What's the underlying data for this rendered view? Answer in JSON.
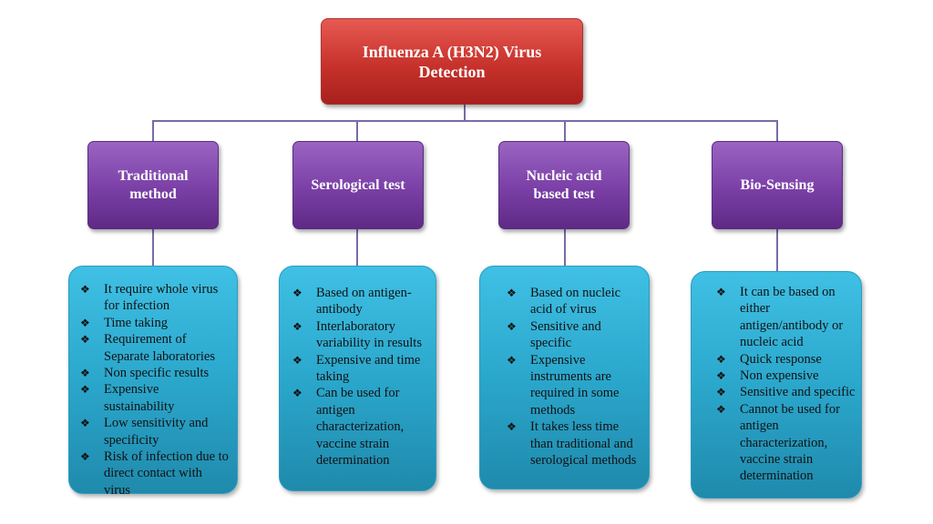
{
  "root": {
    "title_line1": "Influenza A (H3N2) Virus",
    "title_line2": "Detection"
  },
  "colors": {
    "root": "#c7322c",
    "category": "#7a3fa6",
    "detail": "#2ba7cc",
    "connector": "#7a6aa8"
  },
  "bullet_icon": "❖",
  "categories": [
    {
      "title_line1": "Traditional",
      "title_line2": "method",
      "items": [
        "It require whole virus for infection",
        "Time taking",
        "Requirement of Separate laboratories",
        "Non specific results",
        "Expensive sustainability",
        "Low sensitivity and specificity",
        "Risk of infection due to direct contact with virus"
      ]
    },
    {
      "title_line1": "Serological test",
      "title_line2": "",
      "items": [
        "Based on antigen-antibody",
        "Interlaboratory variability  in results",
        "Expensive and time taking",
        "Can be used for antigen characterization, vaccine strain determination"
      ]
    },
    {
      "title_line1": "Nucleic acid",
      "title_line2": "based test",
      "items": [
        "Based on nucleic acid of virus",
        "Sensitive and specific",
        "Expensive instruments are required in some methods",
        "It takes less time than traditional and serological methods"
      ]
    },
    {
      "title_line1": "Bio-Sensing",
      "title_line2": "",
      "items": [
        "It can be based on either antigen/antibody or nucleic acid",
        "Quick response",
        "Non expensive",
        "Sensitive and specific",
        "Cannot be used for antigen characterization, vaccine strain determination"
      ]
    }
  ]
}
